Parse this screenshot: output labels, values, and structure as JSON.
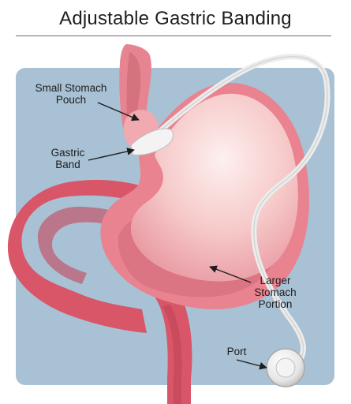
{
  "title": "Adjustable Gastric Banding",
  "labels": {
    "small_stomach_pouch": [
      "Small Stomach",
      "Pouch"
    ],
    "gastric_band": [
      "Gastric",
      "Band"
    ],
    "larger_stomach_portion": [
      "Larger",
      "Stomach",
      "Portion"
    ],
    "port": "Port"
  },
  "colors": {
    "background_panel": "#a9c1d4",
    "stomach_outer": "#e9838f",
    "stomach_inner": "#f8d4d2",
    "intestine": "#d85668",
    "band_tube": "#e8e8e8"
  }
}
